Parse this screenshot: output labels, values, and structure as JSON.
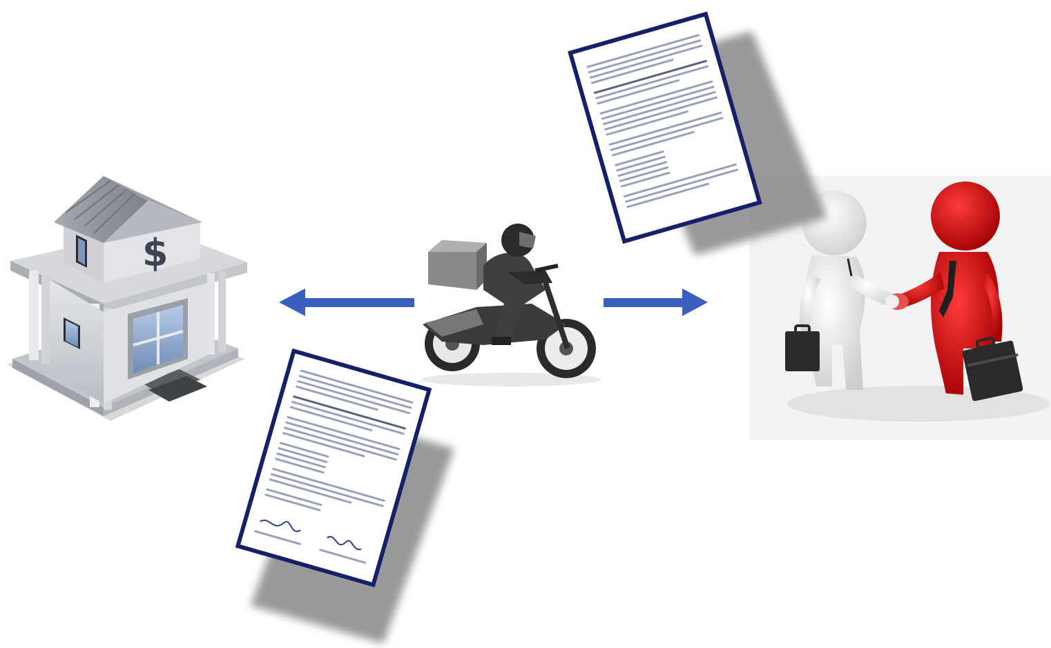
{
  "diagram": {
    "nodes": [
      {
        "id": "bank",
        "label": "",
        "icon": "bank-building-icon"
      },
      {
        "id": "courier",
        "label": "",
        "icon": "motorcycle-courier-icon"
      },
      {
        "id": "clients",
        "label": "",
        "icon": "handshake-businessmen-icon"
      }
    ],
    "edges": [
      {
        "from": "courier",
        "to": "bank",
        "style": "arrow"
      },
      {
        "from": "courier",
        "to": "clients",
        "style": "arrow"
      }
    ],
    "documents": [
      {
        "id": "document-to-clients",
        "icon": "document-page-icon",
        "signed": false
      },
      {
        "id": "document-to-bank",
        "icon": "signed-document-page-icon",
        "signed": true
      }
    ]
  },
  "colors": {
    "arrow": "#3a5fbf",
    "document_border": "#14216a",
    "bank_body": "#c9ccd3",
    "bank_roof": "#8f939b",
    "person_white": "#f2f2f2",
    "person_red": "#d60000",
    "briefcase": "#2a2a2a",
    "motorcycle": "#3b3b3b"
  }
}
